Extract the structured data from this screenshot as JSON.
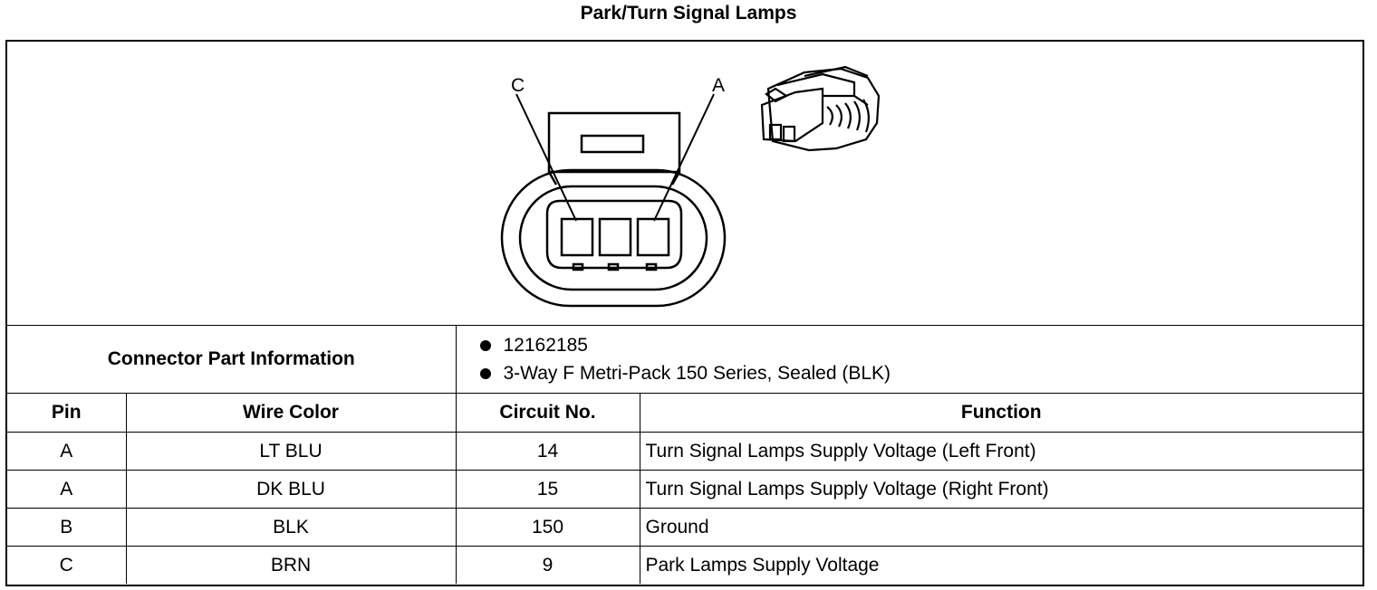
{
  "title": "Park/Turn Signal Lamps",
  "diagram": {
    "callout_c": "C",
    "callout_a": "A"
  },
  "connector_info": {
    "label": "Connector Part Information",
    "items": [
      "12162185",
      "3-Way F Metri-Pack 150 Series, Sealed (BLK)"
    ]
  },
  "table": {
    "headers": [
      "Pin",
      "Wire Color",
      "Circuit No.",
      "Function"
    ],
    "rows": [
      [
        "A",
        "LT BLU",
        "14",
        "Turn Signal Lamps Supply Voltage (Left Front)"
      ],
      [
        "A",
        "DK BLU",
        "15",
        "Turn Signal Lamps Supply Voltage (Right Front)"
      ],
      [
        "B",
        "BLK",
        "150",
        "Ground"
      ],
      [
        "C",
        "BRN",
        "9",
        "Park Lamps Supply Voltage"
      ]
    ]
  }
}
